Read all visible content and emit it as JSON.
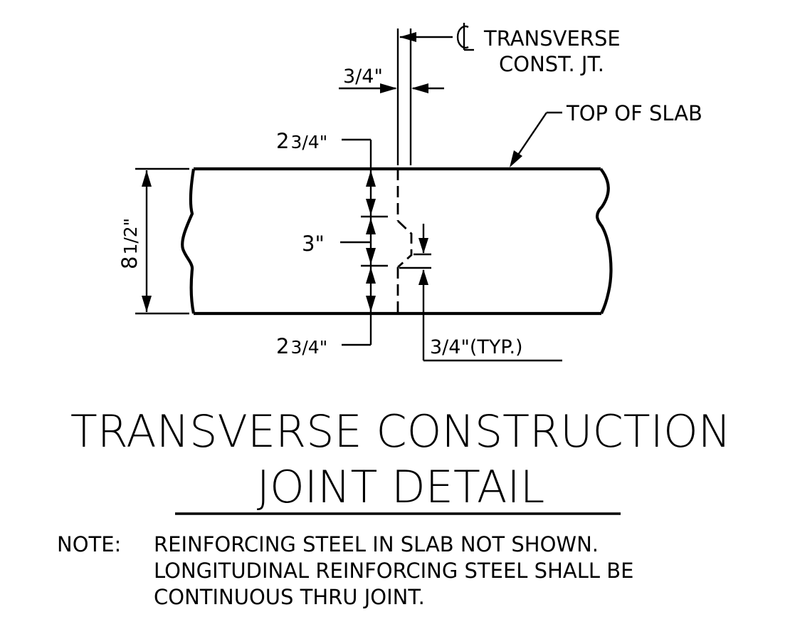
{
  "labels": {
    "cl_transverse": "TRANSVERSE",
    "cl_const_jt": "CONST. JT.",
    "gap_dim": "3/4\"",
    "top_of_slab": "TOP OF SLAB",
    "top_cover": "2",
    "top_cover_frac": "3/4\"",
    "key_height": "3\"",
    "bottom_cover": "2",
    "bottom_cover_frac": "3/4\"",
    "slab_thickness": "8",
    "slab_thickness_frac": "1/2\"",
    "key_depth": "3/4\"(TYP.)"
  },
  "title": {
    "line1": "TRANSVERSE CONSTRUCTION",
    "line2": "JOINT DETAIL"
  },
  "note": {
    "prefix": "NOTE:",
    "line1": "REINFORCING STEEL IN SLAB NOT SHOWN.",
    "line2": "LONGITUDINAL REINFORCING STEEL SHALL BE",
    "line3": "CONTINUOUS THRU JOINT."
  }
}
